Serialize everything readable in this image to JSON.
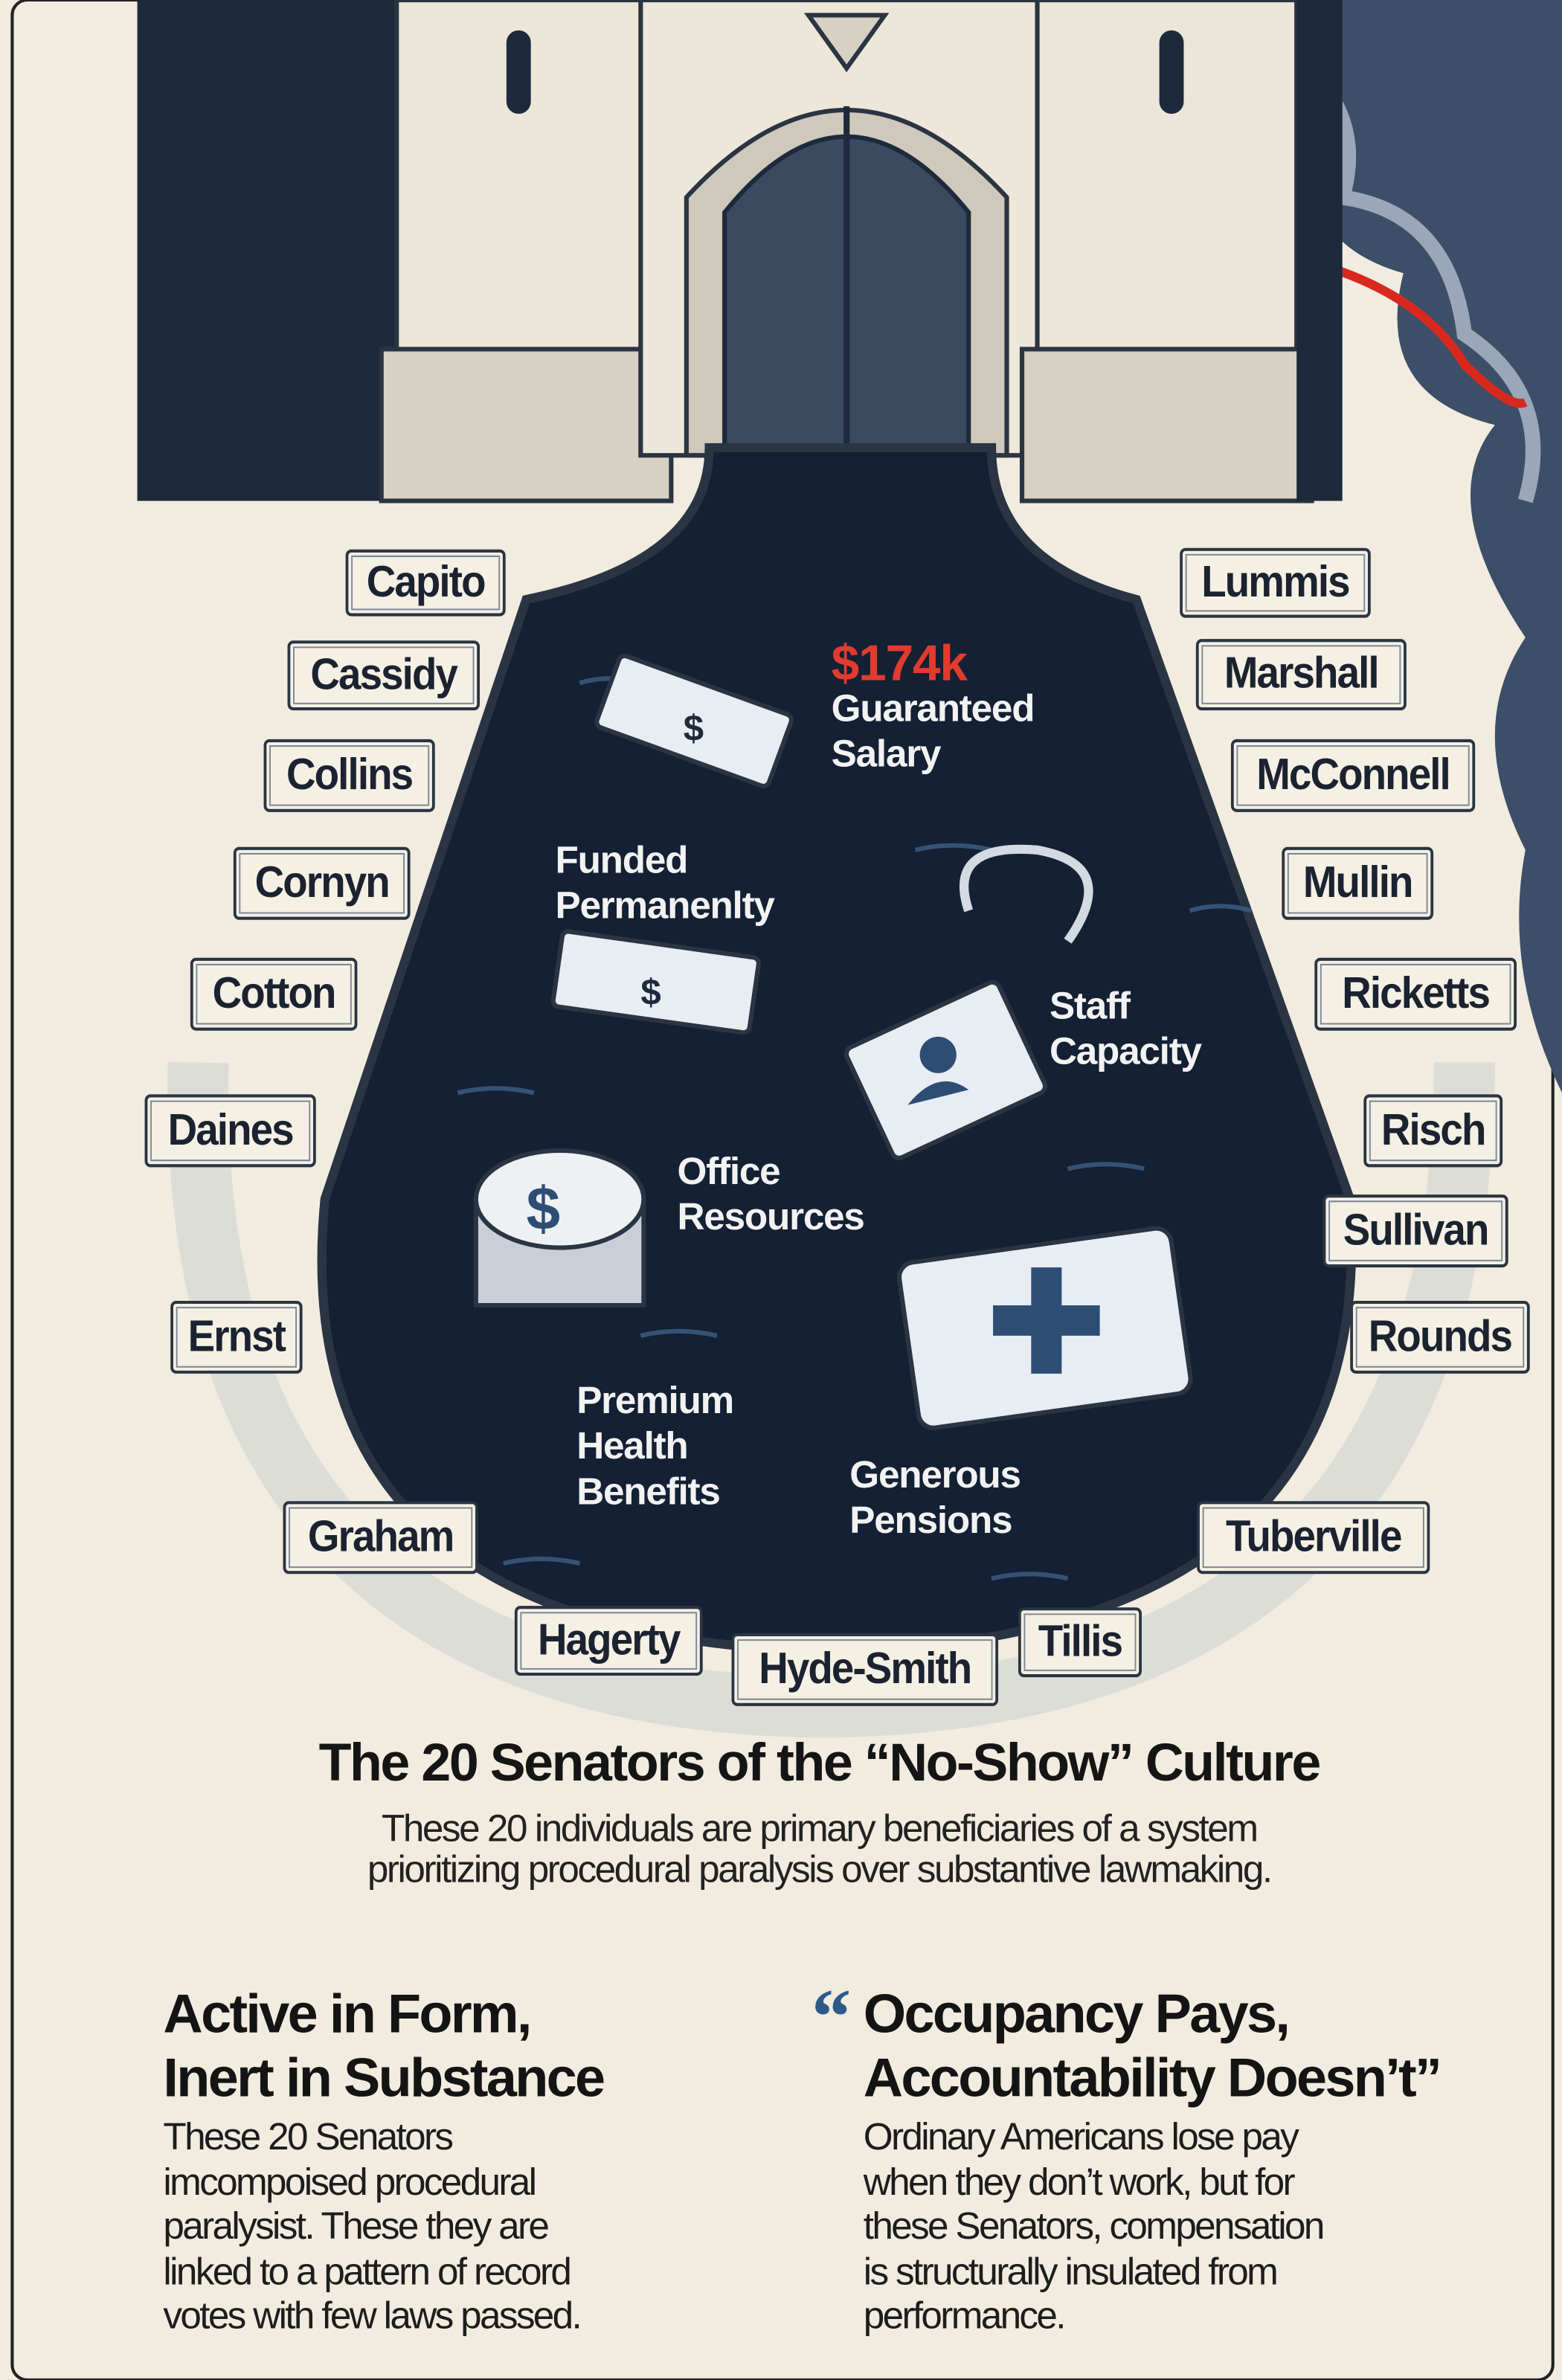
{
  "senators_left": [
    "Capito",
    "Cassidy",
    "Collins",
    "Cornyn",
    "Cotton",
    "Daines",
    "Ernst",
    "Graham",
    "Hagerty"
  ],
  "senators_bottom": [
    "Hyde-Smith",
    "Tillis"
  ],
  "senators_right": [
    "Lummis",
    "Marshall",
    "McConnell",
    "Mullin",
    "Ricketts",
    "Risch",
    "Sullivan",
    "Rounds",
    "Tuberville"
  ],
  "pool_items": {
    "salary_amount": "$174k",
    "salary_line1": "Guaranteed",
    "salary_line2": "Salary",
    "funded_line1": "Funded",
    "funded_line2": "Permanenlty",
    "staff_line1": "Staff",
    "staff_line2": "Capacity",
    "office_line1": "Office",
    "office_line2": "Resources",
    "health_line1": "Premium",
    "health_line2": "Health",
    "health_line3": "Benefits",
    "pension_line1": "Generous",
    "pension_line2": "Pensions"
  },
  "title": "The 20 Senators of the “No-Show” Culture",
  "subtitle_line1": "These 20 individuals are primary beneficiaries of a system",
  "subtitle_line2": "prioritizing procedural paralysis over substantive lawmaking.",
  "left_column": {
    "heading_line1": "Active in Form,",
    "heading_line2": "Inert in Substance",
    "body": [
      "These 20 Senators",
      "imcompoised procedural",
      "paralysist. These they are",
      "linked to a pattern of record",
      "votes with few laws passed."
    ]
  },
  "right_column": {
    "quote_mark": "“",
    "heading_line1": "Occupancy Pays,",
    "heading_line2": "Accountability Doesn’t”",
    "body": [
      "Ordinary Americans lose pay",
      "when they don’t work, but for",
      "these Senators, compensation",
      "is structurally insulated from",
      "performance."
    ]
  },
  "colors": {
    "pool": "#142033",
    "accent_red": "#e23b2e",
    "paper": "#f1ecdf",
    "quote_blue": "#2d5a8a"
  }
}
